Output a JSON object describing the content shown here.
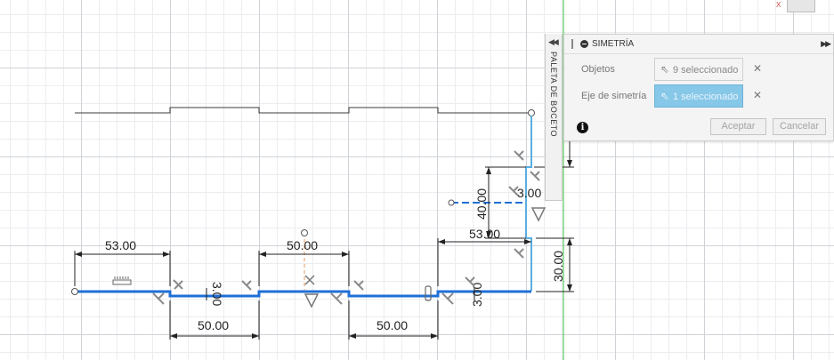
{
  "dimensions": [
    {
      "id": "dim-53-left",
      "text": "53.00"
    },
    {
      "id": "dim-50-top",
      "text": "50.00"
    },
    {
      "id": "dim-53-right",
      "text": "53.00"
    },
    {
      "id": "dim-50-bottom-left",
      "text": "50.00"
    },
    {
      "id": "dim-50-bottom-right",
      "text": "50.00"
    },
    {
      "id": "dim-3-left",
      "text": "3.00"
    },
    {
      "id": "dim-3-right",
      "text": "3.00"
    },
    {
      "id": "dim-3-top",
      "text": "3.00"
    },
    {
      "id": "dim-40",
      "text": "40.00"
    },
    {
      "id": "dim-30",
      "text": "30.00"
    }
  ],
  "palette_tab": {
    "label": "PALETA DE BOCETO",
    "arrows": "◀◀"
  },
  "panel": {
    "title": "SIMETRÍA",
    "expand": "▶▶",
    "rows": [
      {
        "label": "Objetos",
        "value": "9 seleccionado",
        "remove": "✕"
      },
      {
        "label": "Eje de simetría",
        "value": "1 seleccionado",
        "remove": "✕"
      }
    ],
    "info": "i",
    "accept_label": "Aceptar",
    "cancel_label": "Cancelar"
  },
  "viewcube": {
    "axis_label": "X"
  },
  "colors": {
    "selected_line": "#1f6fd6",
    "highlight_line": "#5aaee0",
    "axis_green": "#3cbf3c",
    "construction_orange": "#e39a5e",
    "sketch_line": "#3b3b3b"
  }
}
